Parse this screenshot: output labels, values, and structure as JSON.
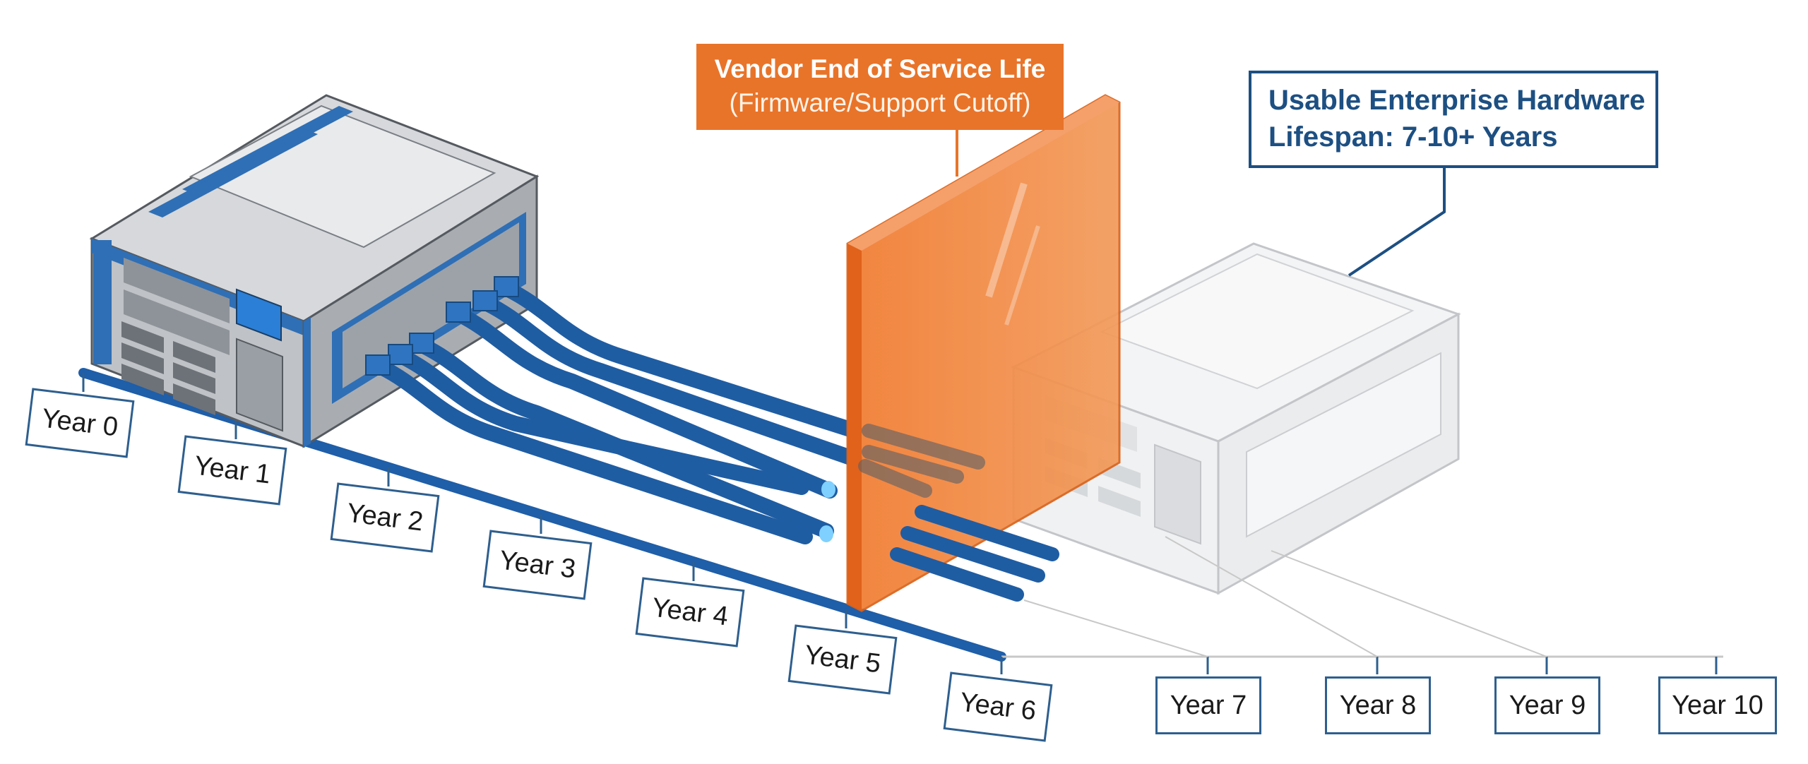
{
  "callouts": {
    "vendor_eol": {
      "title": "Vendor End of Service Life",
      "subtitle": "(Firmware/Support Cutoff)"
    },
    "usable_lifespan": {
      "line1": "Usable Enterprise Hardware",
      "line2": "Lifespan: 7-10+ Years"
    }
  },
  "timeline": {
    "years": [
      "Year 0",
      "Year 1",
      "Year 2",
      "Year 3",
      "Year 4",
      "Year 5",
      "Year 6",
      "Year 7",
      "Year 8",
      "Year 9",
      "Year 10"
    ]
  },
  "colors": {
    "server_blue": "#2f6fb5",
    "server_gray": "#c9ccd0",
    "barrier_orange": "#f07a2e",
    "callout_orange": "#e8742a",
    "callout_blue_border": "#1d4f82",
    "ghost_gray": "#d9dbde",
    "cable_blue": "#2f74c0"
  }
}
